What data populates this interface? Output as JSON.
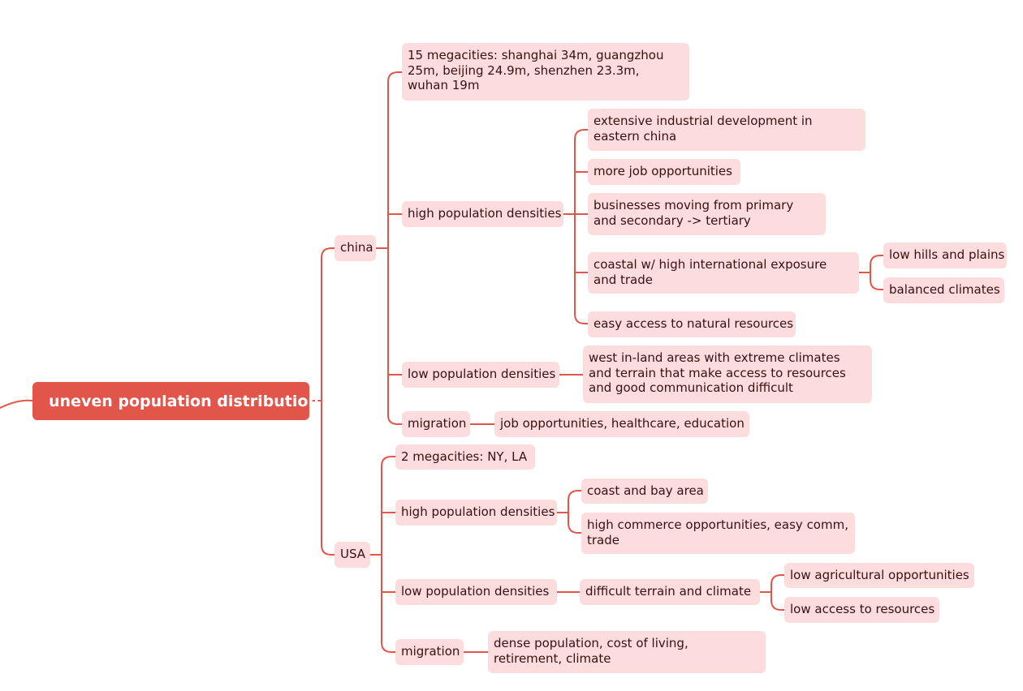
{
  "colors": {
    "root_fill": "#e2554b",
    "node_fill": "#fcdcdc",
    "link": "#e2554b",
    "text": "#3a1010"
  },
  "root": {
    "label": "uneven population distribution"
  },
  "china": {
    "label": "china",
    "megacities": "15 megacities: shanghai 34m, guangzhou 25m, beijing 24.9m, shenzhen 23.3m, wuhan 19m",
    "high": {
      "label": "high population densities",
      "items": [
        "extensive industrial development in eastern china",
        "more job opportunities",
        "businesses moving from primary and secondary -> tertiary",
        "coastal w/ high international exposure and trade",
        "easy access to natural resources"
      ],
      "coastal_sub": [
        "low hills and plains",
        "balanced climates"
      ]
    },
    "low": {
      "label": "low population densities",
      "detail": "west in-land areas with extreme climates and terrain that make access to resources and good communication difficult"
    },
    "migration": {
      "label": "migration",
      "detail": "job opportunities, healthcare, education"
    }
  },
  "usa": {
    "label": "USA",
    "megacities": "2 megacities: NY, LA",
    "high": {
      "label": "high population densities",
      "items": [
        "coast and bay area",
        "high commerce opportunities, easy comm, trade"
      ]
    },
    "low": {
      "label": "low population densities",
      "detail": "difficult terrain and climate",
      "sub": [
        "low agricultural opportunities",
        "low access to resources"
      ]
    },
    "migration": {
      "label": "migration",
      "detail": "dense population, cost of living, retirement, climate"
    }
  }
}
